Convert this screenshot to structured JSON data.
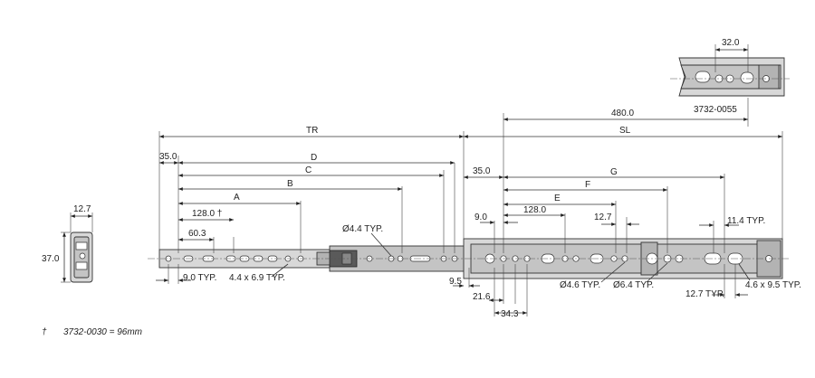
{
  "dims": {
    "tr": "TR",
    "sl": "SL",
    "d480": "480.0",
    "d32": "32.0",
    "part_b": "3732-0055",
    "d35a": "35.0",
    "d": "D",
    "c": "C",
    "b": "B",
    "a": "A",
    "d128t": "128.0 †",
    "d603": "60.3",
    "d9typ": "9.0 TYP.",
    "slot44": "4.4 x 6.9 TYP.",
    "hole44": "Ø4.4 TYP.",
    "d127w": "12.7",
    "d370": "37.0",
    "d35b": "35.0",
    "g": "G",
    "f": "F",
    "e": "E",
    "d9b": "9.0",
    "d128b": "128.0",
    "d127b": "12.7",
    "d114": "11.4 TYP.",
    "d95": "9.5",
    "d216": "21.6",
    "d343": "34.3",
    "hole46": "Ø4.6 TYP.",
    "hole64": "Ø6.4 TYP.",
    "d127typ": "12.7 TYP.",
    "slot46": "4.6 x 9.5 TYP."
  },
  "footnote": {
    "symbol": "†",
    "text": "3732-0030 = 96mm"
  }
}
